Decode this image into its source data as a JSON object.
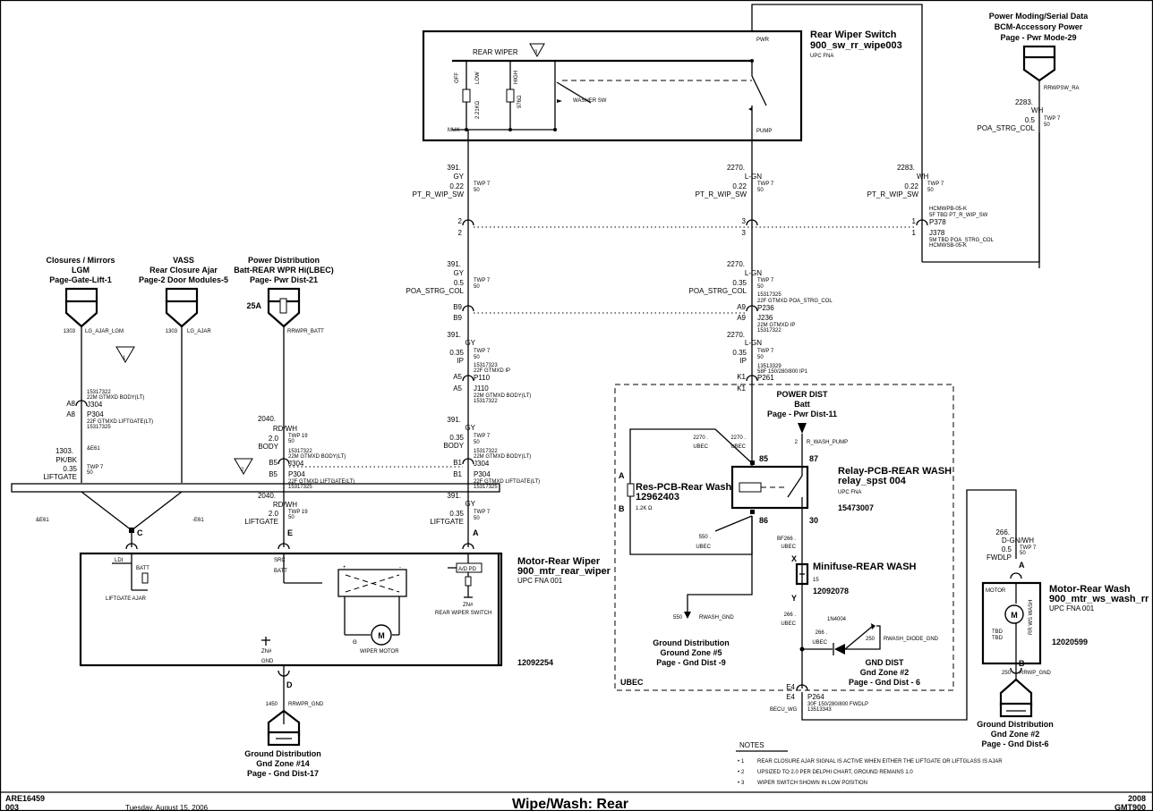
{
  "footer": {
    "doc_id": "ARE16459",
    "doc_id_sub": "003",
    "date": "Tuesday, August 15, 2006",
    "title": "Wipe/Wash: Rear",
    "year": "2008",
    "platform": "GMT900"
  },
  "rear_wiper_switch": {
    "title": "Rear Wiper Switch",
    "part": "900_sw_rr_wipe003",
    "meta": "UPC     FNA",
    "label_rear_wiper": "REAR WIPER",
    "label_off": "OFF",
    "label_low": "LOW",
    "label_high": "HIGH",
    "res_low": "2.21KΩ",
    "res_high": "976Ω",
    "label_washer": "WASHER SW",
    "label_mux": "MUX",
    "label_pwr": "PWR",
    "label_pump": "PUMP",
    "note_ref": "3"
  },
  "power_moding": {
    "line1": "Power Moding/Serial Data",
    "line2": "BCM-Accessory Power",
    "line3": "Page - Pwr Mode-29",
    "circuit_name": "RRWPSW_RA",
    "wire_num": "2283.",
    "wire_color": "WH",
    "wire_size": "0.5",
    "wire_type": "TWP 7",
    "wire_temp": "50",
    "wire_opt": "POA_STRG_COL"
  },
  "closures": {
    "line1": "Closures / Mirrors",
    "line2": "LGM",
    "line3": "Page-Gate-Lift-1",
    "circuit_num": "1303",
    "circuit_name": "LG_AJAR_LGM"
  },
  "vass": {
    "line1": "VASS",
    "line2": "Rear Closure Ajar",
    "line3": "Page-2 Door Modules-5",
    "circuit_num": "1303",
    "circuit_name": "LG_AJAR"
  },
  "power_dist": {
    "line1": "Power Distribution",
    "line2": "Batt-REAR WPR Hi(LBEC)",
    "line3": "Page- Pwr Dist-21",
    "fuse": "25A",
    "circuit_name": "RRWPR_BATT"
  },
  "wire391": {
    "num": "391.",
    "color": "GY",
    "size1": "0.22",
    "opt1": "PT_R_WIP_SW",
    "size2": "0.5",
    "opt2": "POA_STRG_COL",
    "size3": "0.35",
    "opt3": "IP",
    "size4": "0.35",
    "opt4": "BODY",
    "size5": "0.35",
    "opt5": "LIFTGATE",
    "type": "TWP 7",
    "temp": "50"
  },
  "wire2270": {
    "num": "2270.",
    "color": "L-GN",
    "size1": "0.22",
    "opt1": "PT_R_WIP_SW",
    "size2": "0.35",
    "opt2": "POA_STRG_COL",
    "size3": "0.35",
    "opt3": "IP",
    "type": "TWP 7",
    "temp": "50"
  },
  "wire2283": {
    "num": "2283.",
    "color": "WH",
    "size": "0.22",
    "opt": "PT_R_WIP_SW",
    "type": "TWP 7",
    "temp": "50"
  },
  "wire2040": {
    "num": "2040.",
    "color": "RD/WH",
    "size": "2.0",
    "opt1": "BODY",
    "opt2": "LIFTGATE",
    "type": "TWP 19",
    "temp": "50"
  },
  "wire1303": {
    "num": "1303.",
    "color": "PK/BK",
    "size": "0.35",
    "opt": "LIFTGATE",
    "type": "TWP 7",
    "temp": "50",
    "splice": "&E61",
    "splice2": "&E61",
    "splice3": "-E61"
  },
  "connectors": {
    "p378_pin_l": "2",
    "p378_pin_m": "3",
    "p378_pin_r": "1",
    "j378_pin_l": "2",
    "j378_pin_m": "3",
    "j378_pin_r": "1",
    "p378_desc1": "HCMWPB-05-K",
    "p378_desc2": "5F TBD PT_R_WIP_SW",
    "p378": "P378",
    "j378": "J378",
    "j378_desc1": "5M TBD POA_STRG_COL",
    "j378_desc2": "HCMWSB-05-K",
    "b9_top": "B9",
    "b9_bot": "B9",
    "a9_top": "A9",
    "a9_bot": "A9",
    "p236": "P236",
    "p236_desc1": "15317325",
    "p236_desc2": "22F GTMXD POA_STRG_COL",
    "j236": "J236",
    "j236_desc1": "22M GTMXD IP",
    "j236_desc2": "15317322",
    "a5_top": "A5",
    "a5_bot": "A5",
    "p110": "P110",
    "p110_desc1": "15317323",
    "p110_desc2": "22F GTMXD IP",
    "j110": "J110",
    "j110_desc1": "22M GTMXD BODY(LT)",
    "j110_desc2": "15317322",
    "k1_top": "K1",
    "k1_bot": "K1",
    "p261": "P261",
    "p261_desc1": "13513329",
    "p261_desc2": "58F 150/280/800 IP1",
    "a8_top": "A8",
    "a8_bot": "A8",
    "j304": "J304",
    "p304": "P304",
    "j304_desc1": "15317322",
    "j304_desc2": "22M GTMXD BODY(LT)",
    "p304_desc1": "22F GTMXD LIFTGATE(LT)",
    "p304_desc2": "15317325",
    "b5_top": "B5",
    "b5_bot": "B5",
    "b1_top": "B1",
    "b1_bot": "B1",
    "e4_top": "E4",
    "e4_bot": "E4",
    "p264": "P264",
    "p264_desc1": "30F 150/280/800 FWDLP",
    "p264_desc2": "13513343",
    "becu": "BECU_WG"
  },
  "motor_rear_wiper": {
    "title": "Motor-Rear Wiper",
    "part": "900_mtr_rear_wiper",
    "meta": "UPC     FNA        001",
    "pn": "12092254",
    "pin_c": "C",
    "pin_e": "E",
    "pin_a": "A",
    "pin_d": "D",
    "ldi": "LDI",
    "batt": "BATT",
    "liftgate_ajar": "LIFTGATE AJAR",
    "src": "SRC",
    "batt2": "BATT",
    "ad": "A/D PD",
    "zn": "ZN#",
    "rear_wiper_switch": "REAR WIPER SWITCH",
    "zn2": "ZN#",
    "gnd": "GND",
    "motor_sym": "M",
    "wiper_motor": "WIPER MOTOR",
    "plus": "+",
    "minus": "-",
    "theta": "Θ"
  },
  "gnd_14": {
    "circuit_num": "1450",
    "circuit_name": "RRWPR_GND",
    "line1": "Ground Distribution",
    "line2": "Gnd Zone #14",
    "line3": "Page -  Gnd Dist-17"
  },
  "relay": {
    "title": "Relay-PCB-REAR WASH",
    "part": "relay_spst  004",
    "meta": "UPC     FNA",
    "pn": "15473007",
    "pin85": "85",
    "pin86": "86",
    "pin87": "87",
    "pin30": "30"
  },
  "power_dist2": {
    "line1": "POWER DIST",
    "line2": "Batt",
    "line3": "Page - Pwr Dist-11",
    "circuit_num": "2",
    "circuit_name": "R_WASH_PUMP"
  },
  "res_pcb": {
    "title": "Res-PCB-Rear Wash",
    "pn": "12962403",
    "val": "1.2K Ω",
    "pin_a": "A",
    "pin_b": "B"
  },
  "ubec": {
    "w2270a": "2270 .",
    "w2270b": "2270 .",
    "ubec1": "UBEC",
    "ubec2": "UBEC",
    "w550": "550 .",
    "ubec3": "UBEC",
    "bf266": "BF266 .",
    "ubec4": "UBEC",
    "w266a": "266 .",
    "ubec5": "UBEC",
    "w266b": "266 .",
    "ubec6": "UBEC",
    "label": "UBEC",
    "diode": "1N4004",
    "w250": "250",
    "rwash_diode": "RWASH_DIODE_GND"
  },
  "minifuse": {
    "title": "Minifuse-REAR WASH",
    "num": "15",
    "pn": "12092078",
    "pin_x": "X",
    "pin_y": "Y"
  },
  "gnd_5": {
    "circuit_num": "550",
    "circuit_name": "RWASH_GND",
    "line1": "Ground Distribution",
    "line2": "Ground Zone #5",
    "line3": "Page - Gnd Dist -9"
  },
  "gnd_dist2": {
    "line1": "GND DIST",
    "line2": "Gnd Zone #2",
    "line3": "Page - Gnd Dist - 6"
  },
  "motor_rear_wash": {
    "title": "Motor-Rear Wash",
    "part": "900_mtr_ws_wash_rr",
    "meta": "UPC     FNA        001",
    "pn": "12020599",
    "wire_num": "266.",
    "wire_color": "D-GN/WH",
    "wire_size": "0.5",
    "wire_type": "TWP 7",
    "wire_temp": "50",
    "wire_opt": "FWDLP",
    "pin_a": "A",
    "pin_b": "B",
    "motor_lbl": "MOTOR",
    "rr_ws_wash": "RR WS WASH",
    "tbd1": "TBD",
    "tbd2": "TBD",
    "motor_sym": "M",
    "gnd_num": "250",
    "gnd_name": "RRWP_GND"
  },
  "gnd_2": {
    "line1": "Ground Distribution",
    "line2": "Gnd Zone #2",
    "line3": "Page - Gnd Dist-6"
  },
  "notes": {
    "title": "NOTES",
    "items": [
      {
        "num": "1",
        "text": "REAR CLOSURE AJAR SIGNAL IS ACTIVE WHEN EITHER THE LIFTGATE OR LIFTGLASS IS AJAR"
      },
      {
        "num": "2",
        "text": "UPSIZED TO 2.0 PER DELPHI CHART, GROUND REMAINS 1.0"
      },
      {
        "num": "3",
        "text": "WIPER SWITCH SHOWN IN LOW POSITION"
      }
    ]
  },
  "note_refs": {
    "n1": "1",
    "n2": "2"
  }
}
